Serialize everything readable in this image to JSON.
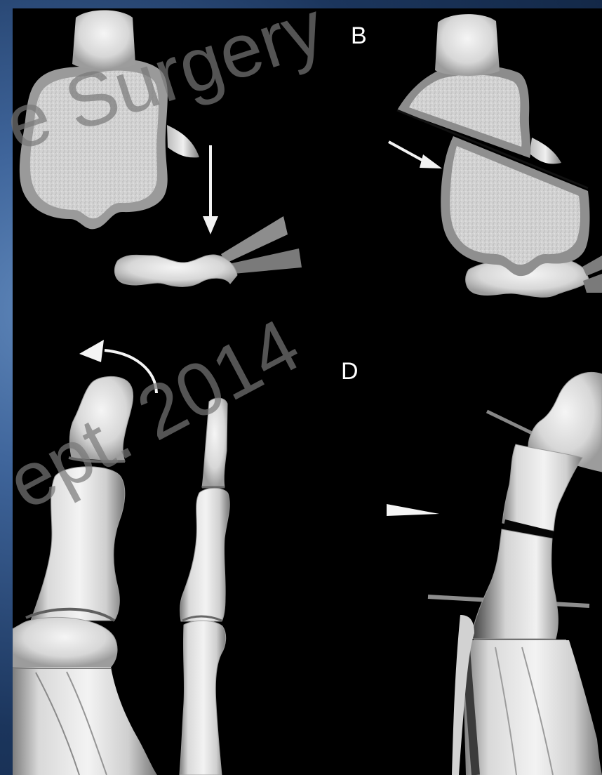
{
  "panel_labels": {
    "b": "B",
    "d": "D"
  },
  "watermark": {
    "line1": "e Surgery",
    "line2": "ept. 2014"
  }
}
